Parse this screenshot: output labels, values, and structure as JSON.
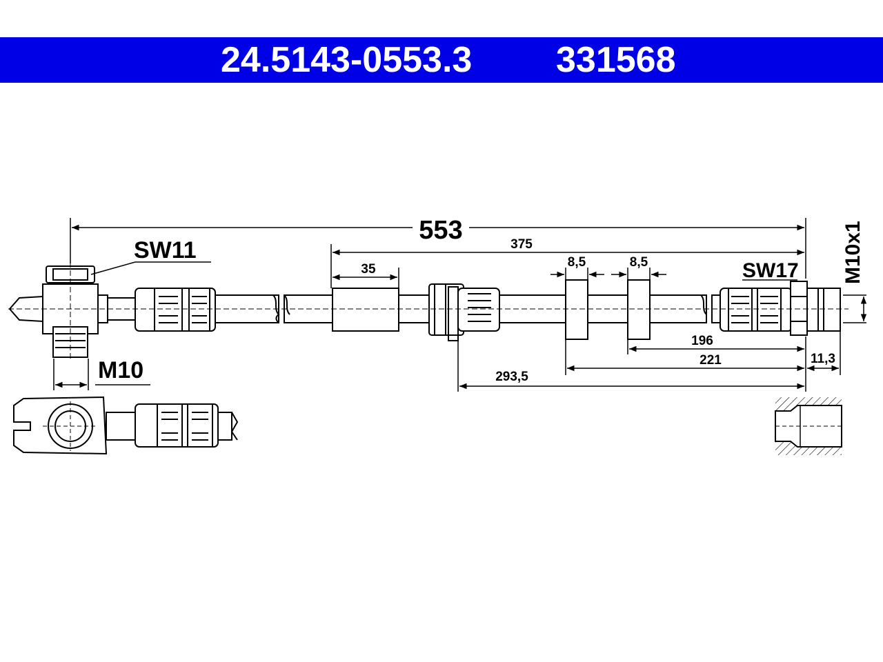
{
  "header": {
    "part_number": "24.5143-0553.3",
    "code": "331568",
    "background_color": "#0000e6",
    "text_color": "#ffffff"
  },
  "labels": {
    "total_length": "553",
    "length_375": "375",
    "length_35": "35",
    "width_8_5_a": "8,5",
    "width_8_5_b": "8,5",
    "sw_left": "SW11",
    "sw_right": "SW17",
    "thread_left": "M10",
    "thread_right": "M10x1",
    "length_196": "196",
    "length_221": "221",
    "length_11_3": "11,3",
    "length_293_5": "293,5"
  }
}
